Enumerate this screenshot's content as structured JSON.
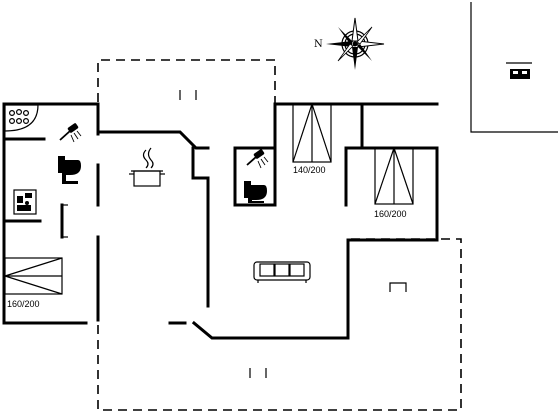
{
  "compass": {
    "north_letter": "N",
    "icon": "compass-rose-icon"
  },
  "rooms": {
    "bed_left": {
      "size_label": "160/200",
      "icon": "double-bed-icon"
    },
    "bed_middle": {
      "size_label": "140/200",
      "icon": "double-bed-icon"
    },
    "bed_right": {
      "size_label": "160/200",
      "icon": "double-bed-icon"
    }
  },
  "fixtures": {
    "whirlpool": "whirlpool-icon",
    "showers": "shower-icon",
    "toilets": "toilet-icon",
    "washer": "washing-machine-icon",
    "stove": "cooking-pot-icon",
    "sofa": "sofa-icon",
    "carport": "car-icon"
  }
}
